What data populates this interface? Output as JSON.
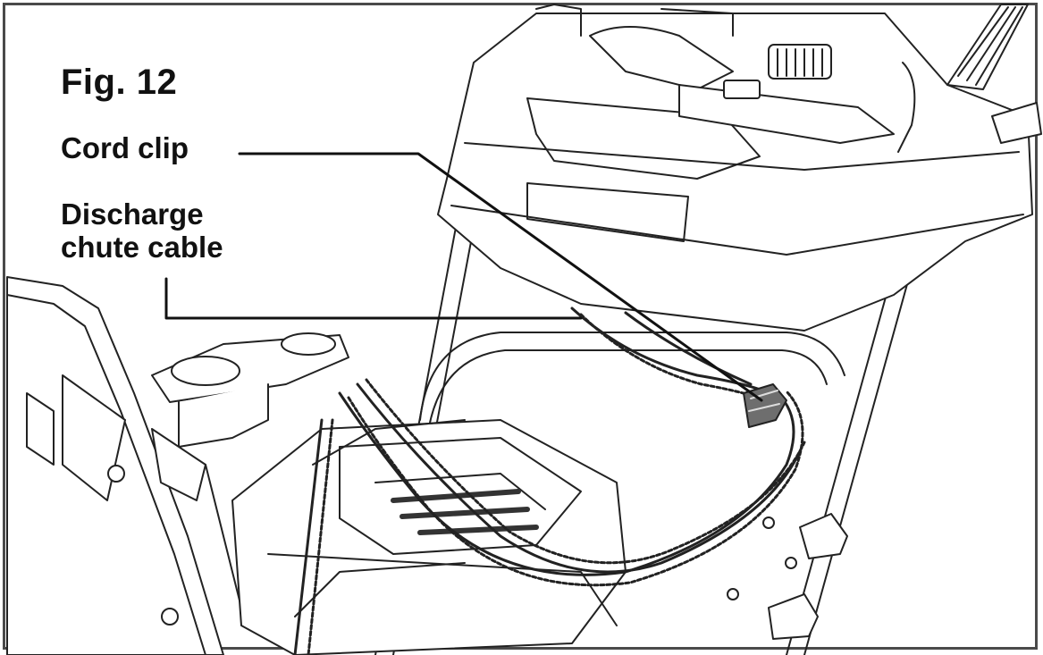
{
  "figure": {
    "title": "Fig. 12",
    "callouts": {
      "cord_clip": {
        "label": "Cord clip"
      },
      "discharge_chute_cable": {
        "label": "Discharge\nchute cable"
      }
    }
  },
  "colors": {
    "line": "#222222",
    "fill": "#ffffff",
    "clip_fill": "#6e6e6e",
    "frame": "#4a4a4a"
  }
}
